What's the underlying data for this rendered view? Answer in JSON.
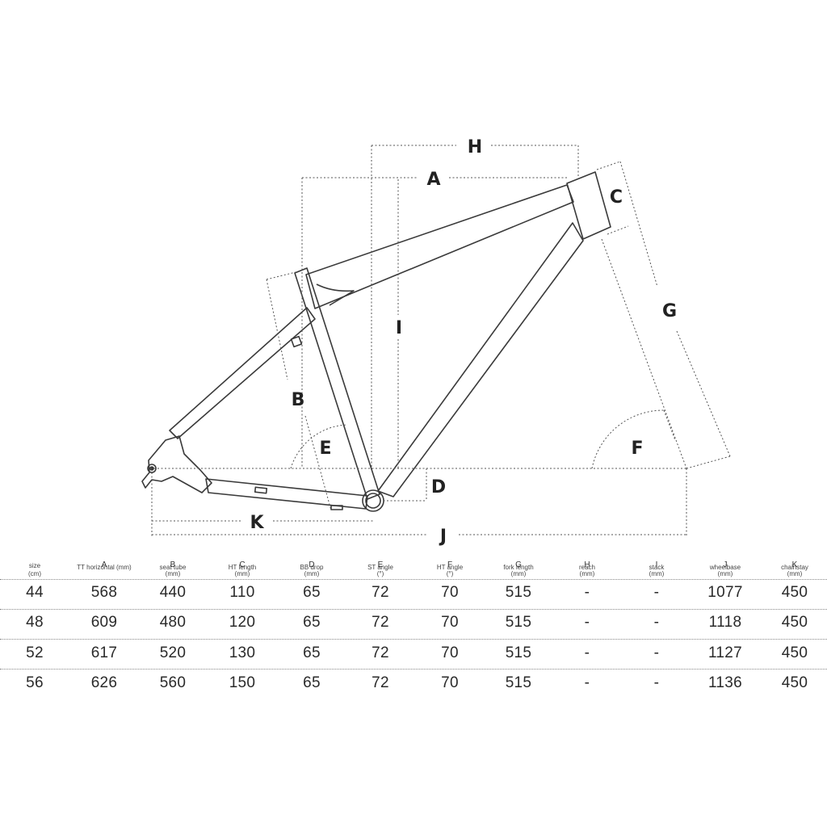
{
  "diagram": {
    "dimension_letters": [
      "A",
      "B",
      "C",
      "D",
      "E",
      "F",
      "G",
      "H",
      "I",
      "J",
      "K"
    ]
  },
  "table": {
    "columns": [
      {
        "letter": "",
        "name": "size",
        "unit": "(cm)"
      },
      {
        "letter": "A",
        "name": "TT horizontal (mm)",
        "unit": ""
      },
      {
        "letter": "B",
        "name": "seat tube",
        "unit": "(mm)"
      },
      {
        "letter": "C",
        "name": "HT length",
        "unit": "(mm)"
      },
      {
        "letter": "D",
        "name": "BB drop",
        "unit": "(mm)"
      },
      {
        "letter": "E",
        "name": "ST angle",
        "unit": "(°)"
      },
      {
        "letter": "F",
        "name": "HT angle",
        "unit": "(°)"
      },
      {
        "letter": "G",
        "name": "fork length",
        "unit": "(mm)"
      },
      {
        "letter": "H",
        "name": "reach",
        "unit": "(mm)"
      },
      {
        "letter": "I",
        "name": "stack",
        "unit": "(mm)"
      },
      {
        "letter": "J",
        "name": "wheelbase",
        "unit": "(mm)"
      },
      {
        "letter": "K",
        "name": "chainstay",
        "unit": "(mm)"
      }
    ],
    "rows": [
      [
        "44",
        "568",
        "440",
        "110",
        "65",
        "72",
        "70",
        "515",
        "-",
        "-",
        "1077",
        "450"
      ],
      [
        "48",
        "609",
        "480",
        "120",
        "65",
        "72",
        "70",
        "515",
        "-",
        "-",
        "1118",
        "450"
      ],
      [
        "52",
        "617",
        "520",
        "130",
        "65",
        "72",
        "70",
        "515",
        "-",
        "-",
        "1127",
        "450"
      ],
      [
        "56",
        "626",
        "560",
        "150",
        "65",
        "72",
        "70",
        "515",
        "-",
        "-",
        "1136",
        "450"
      ]
    ]
  }
}
